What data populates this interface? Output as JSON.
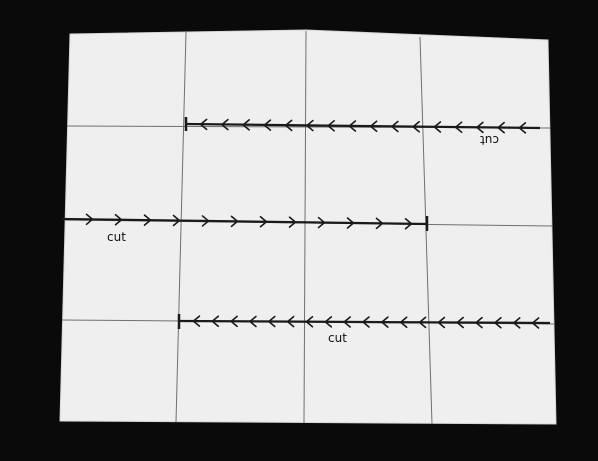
{
  "photo": {
    "background_color": "#0a0a0a",
    "paper_color": "#efefef",
    "grid_line_color": "#6f6f6f",
    "ink_color": "#1a1a1a"
  },
  "paper": {
    "grid": {
      "rows": 4,
      "cols": 4
    },
    "cut_lines": [
      {
        "label": "cut",
        "arrow_direction": "left"
      },
      {
        "label": "cut",
        "arrow_direction": "right"
      },
      {
        "label": "cut",
        "arrow_direction": "left"
      }
    ]
  }
}
